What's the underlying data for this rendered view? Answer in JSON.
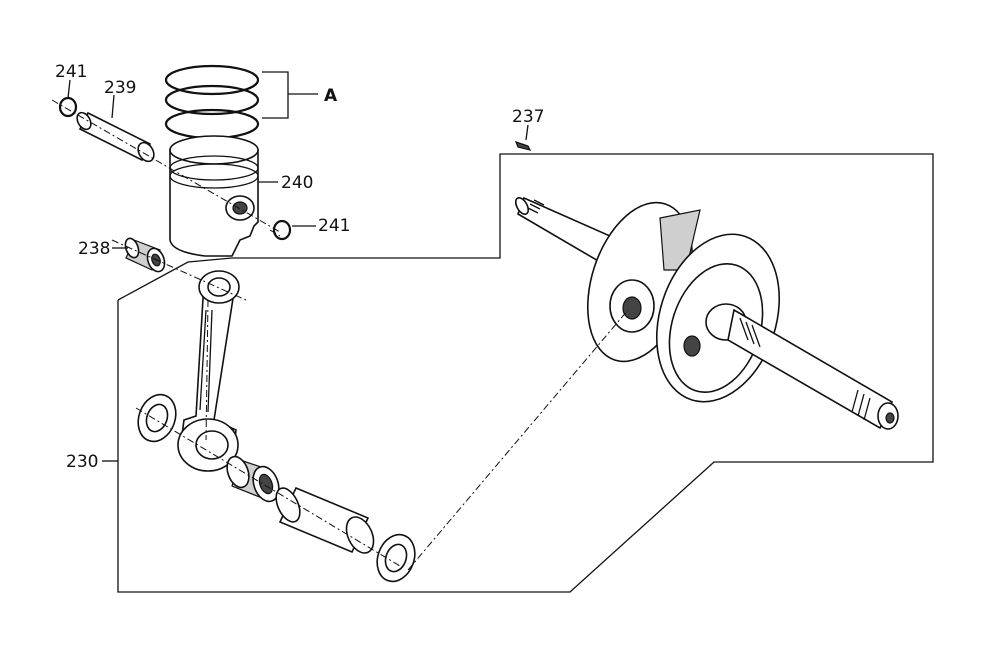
{
  "callouts": {
    "c241_top": "241",
    "c239": "239",
    "cA": "A",
    "c237": "237",
    "c240": "240",
    "c241_right": "241",
    "c238": "238",
    "c230": "230"
  }
}
